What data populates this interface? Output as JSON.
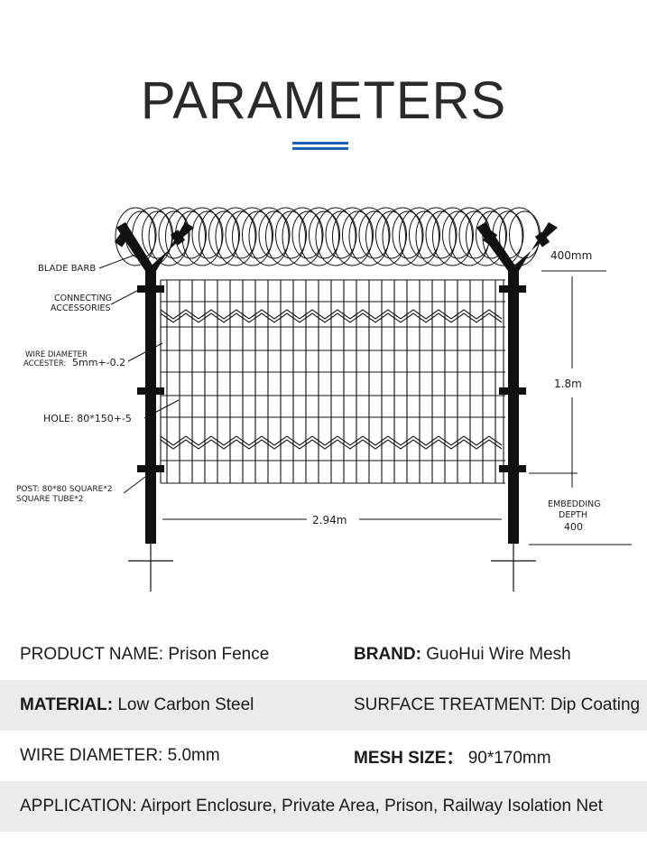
{
  "title": "PARAMETERS",
  "accent_color": "#1f5fb0",
  "diagram": {
    "labels": {
      "blade_barb": "BLADE BARB",
      "connecting_1": "CONNECTING",
      "connecting_2": "ACCESSORIES",
      "wire_dia_1": "WIRE DIAMETER",
      "wire_dia_2": "ACCESTER:",
      "wire_dia_value": "5mm+-0.2",
      "hole": "HOLE: 80*150+-5",
      "post_1": "POST: 80*80 SQUARE*2",
      "post_2": "SQUARE TUBE*2",
      "width": "2.94m",
      "height": "1.8m",
      "top": "400mm",
      "embed_1": "EMBEDDING",
      "embed_2": "DEPTH",
      "embed_3": "400"
    }
  },
  "specs": {
    "product_name_label": "PRODUCT NAME:",
    "product_name_value": "Prison Fence",
    "brand_label": "BRAND:",
    "brand_value": "GuoHui Wire Mesh",
    "material_label": "MATERIAL:",
    "material_value": "Low Carbon Steel",
    "surface_label": "SURFACE TREATMENT:",
    "surface_value": "Dip Coating",
    "wire_label": "WIRE DIAMETER:",
    "wire_value": "5.0mm",
    "mesh_label": "MESH SIZE：",
    "mesh_value": "90*170mm",
    "application_label": "APPLICATION:",
    "application_value": "Airport Enclosure, Private Area, Prison, Railway Isolation Net"
  }
}
